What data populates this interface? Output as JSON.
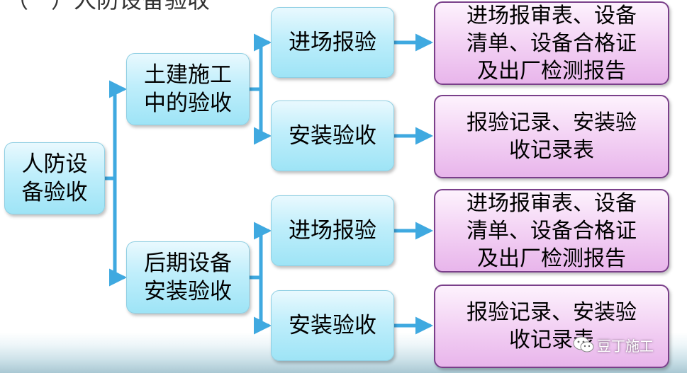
{
  "heading": "（一）人防设备验收",
  "root": {
    "lines": [
      "人防设",
      "备验收"
    ]
  },
  "branches": [
    {
      "label": [
        "土建施工",
        "中的验收"
      ],
      "children": [
        {
          "label": "进场报验",
          "detail": [
            "进场报审表、设备",
            "清单、设备合格证",
            "及出厂检测报告"
          ]
        },
        {
          "label": "安装验收",
          "detail": [
            "报验记录、安装验",
            "收记录表"
          ]
        }
      ]
    },
    {
      "label": [
        "后期设备",
        "安装验收"
      ],
      "children": [
        {
          "label": "进场报验",
          "detail": [
            "进场报审表、设备",
            "清单、设备合格证",
            "及出厂检测报告"
          ]
        },
        {
          "label": "安装验收",
          "detail": [
            "报验记录、安装验",
            "收记录表"
          ]
        }
      ]
    }
  ],
  "watermark": "豆丁施工",
  "colors": {
    "connector": "#3fa9e0",
    "blue_box": "#bfeefb",
    "pink_box": "#f3d2f4",
    "pink_border": "#7a3f8a"
  }
}
